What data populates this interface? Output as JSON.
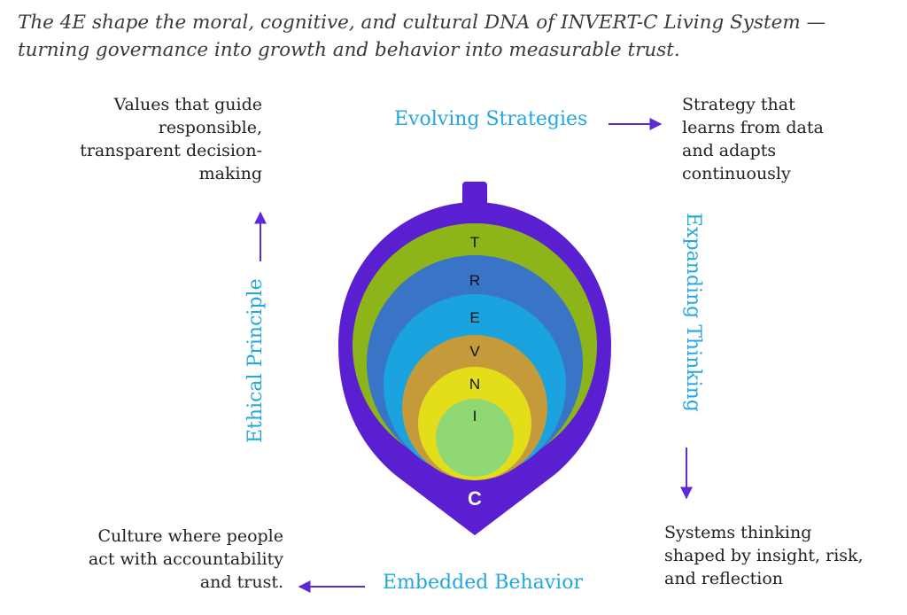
{
  "intro": {
    "line1": "The 4E shape the moral, cognitive, and cultural DNA of INVERT-C Living System —",
    "line2": "turning governance into growth and behavior into measurable trust."
  },
  "descriptions": {
    "top_left": [
      "Values that guide",
      "responsible,",
      "transparent decision-",
      "making"
    ],
    "top_right": [
      "Strategy that",
      "learns from data",
      "and adapts",
      "continuously"
    ],
    "bottom_left": [
      "Culture where people",
      "act with accountability",
      "and trust."
    ],
    "bottom_right": [
      "Systems thinking",
      "shaped by insight, risk,",
      "and reflection"
    ]
  },
  "labels": {
    "evolving": "Evolving Strategies",
    "expanding": "Expanding Thinking",
    "embedded": "Embedded Behavior",
    "ethical": "Ethical Principle"
  },
  "funnel": {
    "letters": [
      "T",
      "R",
      "E",
      "V",
      "N",
      "I"
    ],
    "base_letter": "C"
  },
  "colors": {
    "label_blue": "#22a7e0",
    "arrow_purple": "#5a2bd6",
    "outer_purple": "#5a1fd0",
    "green_ring": "#8db51a",
    "blue_ring": "#3a74c6",
    "sky_ring": "#1aa3df",
    "gold_ring": "#c49a3a",
    "yellow_ring": "#e4dd1a",
    "light_green_core": "#8fd874"
  }
}
